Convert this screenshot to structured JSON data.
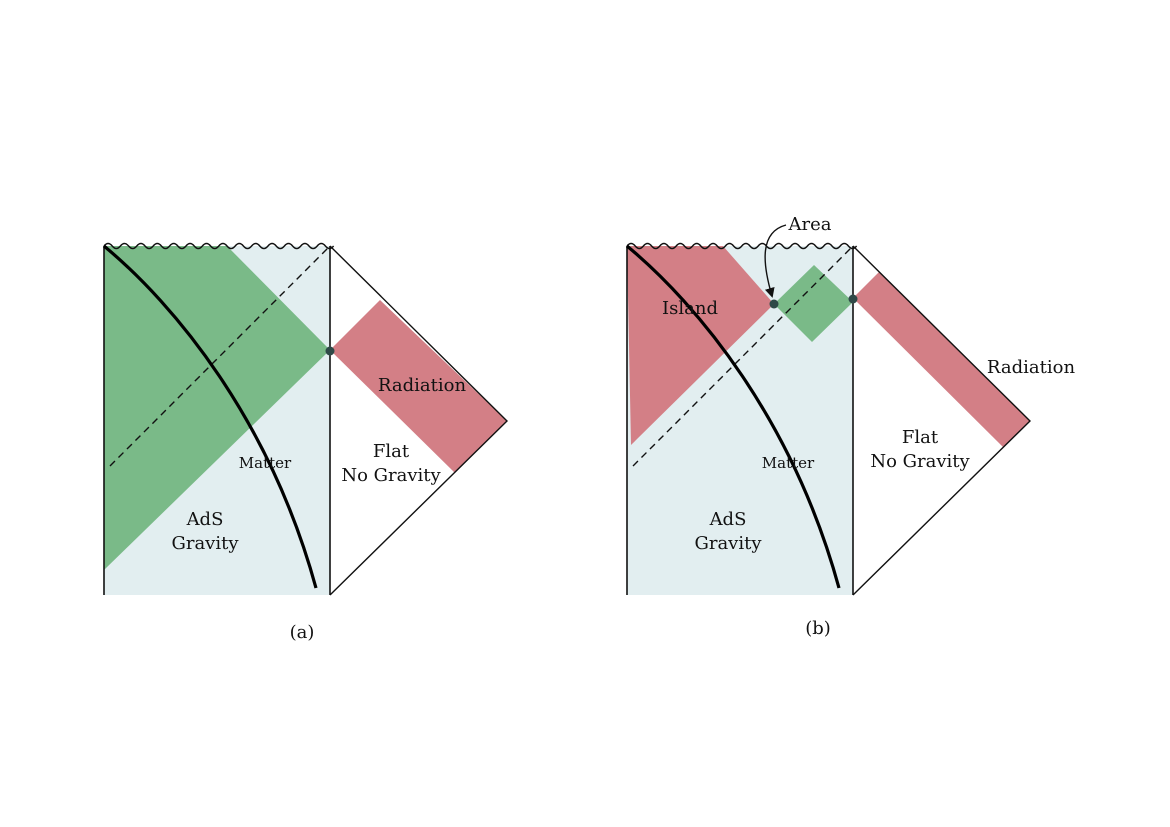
{
  "colors": {
    "ads_region": "#e2eef0",
    "wedge": "#7aba88",
    "radiation": "#d37f86",
    "island": "#d37f86",
    "outline": "#111111",
    "point": "#2f4a48"
  },
  "panels": [
    {
      "caption": "(a)",
      "labels": {
        "matter": "Matter",
        "ads_line1": "AdS",
        "ads_line2": "Gravity",
        "flat_line1": "Flat",
        "flat_line2": "No Gravity",
        "radiation": "Radiation"
      }
    },
    {
      "caption": "(b)",
      "labels": {
        "island": "Island",
        "area": "Area",
        "matter": "Matter",
        "ads_line1": "AdS",
        "ads_line2": "Gravity",
        "flat_line1": "Flat",
        "flat_line2": "No Gravity",
        "radiation": "Radiation"
      }
    }
  ]
}
